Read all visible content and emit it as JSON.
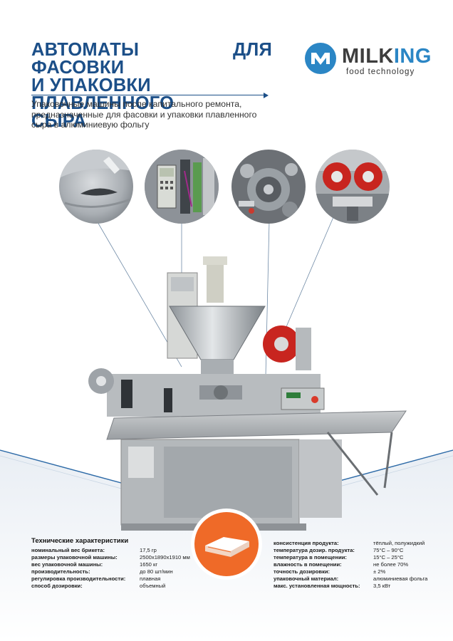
{
  "header": {
    "title_lines": [
      "Автоматы для фасовки",
      "и упаковки плавленного",
      "сыра"
    ],
    "subtitle": "Упаковочные машины после капитального ремонта, предназначенные для фасовки и упаковки плавленного сыра в алюминиевую фольгу"
  },
  "logo": {
    "word_main": "MILK",
    "word_accent": "ING",
    "tagline": "food technology"
  },
  "colors": {
    "title": "#1c4f88",
    "logo_blue": "#2b86c5",
    "badge_orange": "#ef6a28",
    "wave_blue": "#2d6aa7"
  },
  "specs": {
    "heading": "Технические характеристики",
    "left": [
      {
        "label": "номинальный вес брикета:",
        "value": "17,5 гр"
      },
      {
        "label": "размеры упаковочной машины:",
        "value": "2500x1890x1910 мм"
      },
      {
        "label": "вес упаковочной машины:",
        "value": "1650 кг"
      },
      {
        "label": "производительность:",
        "value": "до 80 шт/мин"
      },
      {
        "label": "регулировка производительности:",
        "value": "плавная"
      },
      {
        "label": "способ дозировки:",
        "value": "объемный"
      }
    ],
    "right": [
      {
        "label": "консистенция продукта:",
        "value": "тёплый, полужидкий"
      },
      {
        "label": "температура дозир. продукта:",
        "value": "75°C – 90°C"
      },
      {
        "label": "температура в помещении:",
        "value": "15°C – 25°C"
      },
      {
        "label": "влажность в помещении:",
        "value": "не более 70%"
      },
      {
        "label": "точность дозировки:",
        "value": "± 2%"
      },
      {
        "label": "упаковочный материал:",
        "value": "алюминиевая фольга"
      },
      {
        "label": "макс. установленная мощность:",
        "value": "3,5 кВт"
      }
    ]
  }
}
